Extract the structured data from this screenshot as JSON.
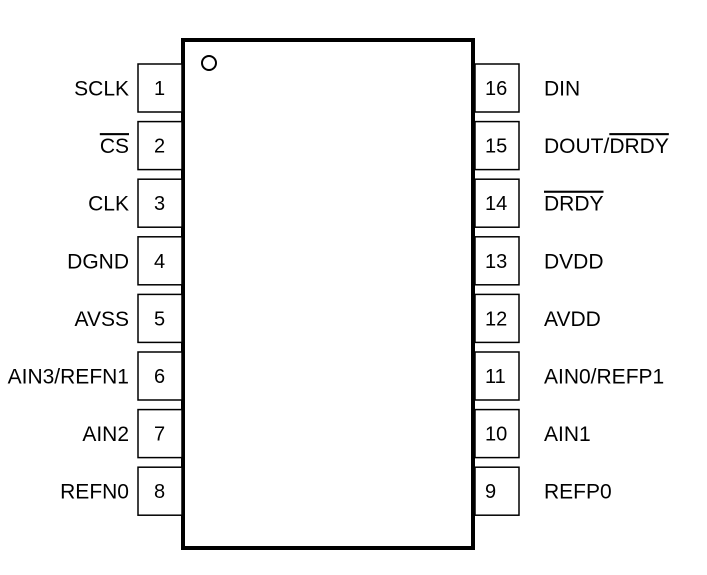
{
  "package": {
    "pins_left": [
      {
        "num": "1",
        "label": "SCLK",
        "overbar": ""
      },
      {
        "num": "2",
        "label": "",
        "overbar": "CS"
      },
      {
        "num": "3",
        "label": "CLK",
        "overbar": ""
      },
      {
        "num": "4",
        "label": "DGND",
        "overbar": ""
      },
      {
        "num": "5",
        "label": "AVSS",
        "overbar": ""
      },
      {
        "num": "6",
        "label": "AIN3/REFN1",
        "overbar": ""
      },
      {
        "num": "7",
        "label": "AIN2",
        "overbar": ""
      },
      {
        "num": "8",
        "label": "REFN0",
        "overbar": ""
      }
    ],
    "pins_right": [
      {
        "num": "16",
        "label": "DIN",
        "overbar": ""
      },
      {
        "num": "15",
        "label": "DOUT/",
        "overbar": "DRDY"
      },
      {
        "num": "14",
        "label": "",
        "overbar": "DRDY"
      },
      {
        "num": "13",
        "label": "DVDD",
        "overbar": ""
      },
      {
        "num": "12",
        "label": "AVDD",
        "overbar": ""
      },
      {
        "num": "11",
        "label": "AIN0/REFP1",
        "overbar": ""
      },
      {
        "num": "10",
        "label": "AIN1",
        "overbar": ""
      },
      {
        "num": "9",
        "label": "REFP0",
        "overbar": ""
      }
    ]
  }
}
